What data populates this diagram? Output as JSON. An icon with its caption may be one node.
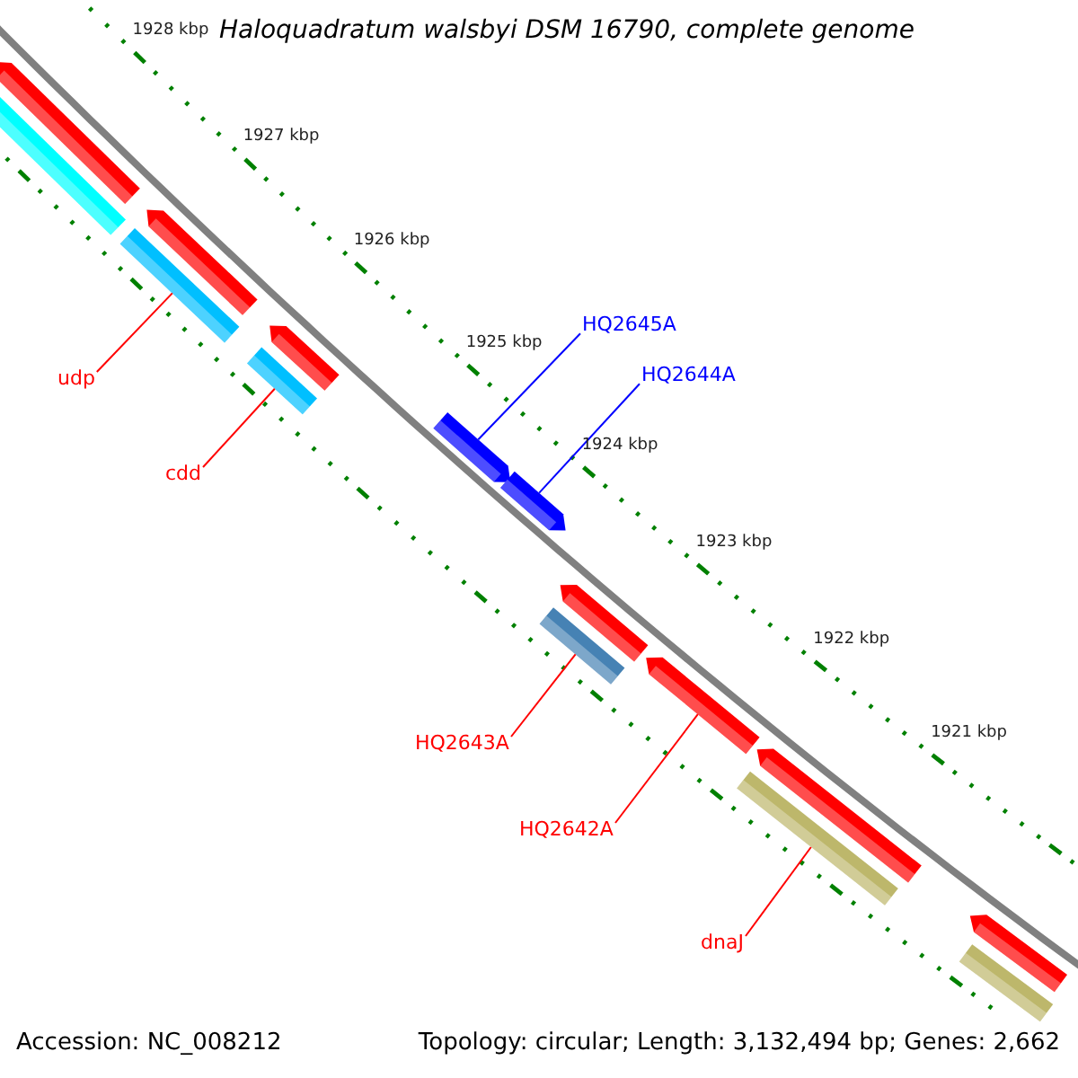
{
  "diagram": {
    "title": "Haloquadratum walsbyi DSM 16790, complete genome",
    "nodes": [
      {
        "text": [
          "udp"
        ]
      },
      {
        "text": [],
        "shape": "bar"
      },
      {
        "text": [
          "cdd"
        ]
      },
      {
        "text": [],
        "shape": "bar"
      },
      {
        "text": [
          "HQ2645A"
        ]
      },
      {
        "text": [],
        "shape": "bar"
      },
      {
        "text": [
          "HQ2644A"
        ]
      },
      {
        "text": [],
        "shape": "bar"
      },
      {
        "text": [
          "HQ2643A"
        ]
      },
      {
        "text": [],
        "shape": "bar"
      },
      {
        "text": [
          "HQ2642A"
        ]
      },
      {
        "text": [],
        "shape": "bar"
      },
      {
        "text": [
          "dnaJ"
        ]
      },
      {
        "text": [],
        "shape": "bar"
      },
      {
        "text": [],
        "shape": "bar"
      },
      {
        "text": [],
        "shape": "bar"
      },
      {
        "text": [],
        "shape": "bar"
      },
      {
        "text": [],
        "shape": "bar"
      },
      {
        "text": [],
        "shape": "bar"
      },
      {
        "text": [],
        "shape": "bar"
      },
      {
        "text": [],
        "shape": "bar"
      },
      {
        "text": [],
        "shape": "bar"
      }
    ],
    "edges": [
      {
        "from": 0,
        "to": 1,
        "arrow": "none"
      },
      {
        "from": 2,
        "to": 3,
        "arrow": "none"
      },
      {
        "from": 4,
        "to": 5,
        "arrow": "none",
        "color": "#0000ff"
      },
      {
        "from": 6,
        "to": 7,
        "arrow": "none",
        "color": "#0000ff"
      },
      {
        "from": 8,
        "to": 9,
        "arrow": "none"
      },
      {
        "from": 10,
        "to": 11,
        "arrow": "none"
      },
      {
        "from": 12,
        "to": 13,
        "arrow": "none"
      }
    ],
    "labels": [
      "1928 kbp",
      "1927 kbp",
      "1926 kbp",
      "1925 kbp",
      "1924 kbp",
      "1923 kbp",
      "1922 kbp",
      "1921 kbp",
      "Accession: NC_008212",
      "Topology: circular; Length: 3,132,494 bp; Genes: 2,662"
    ]
  }
}
